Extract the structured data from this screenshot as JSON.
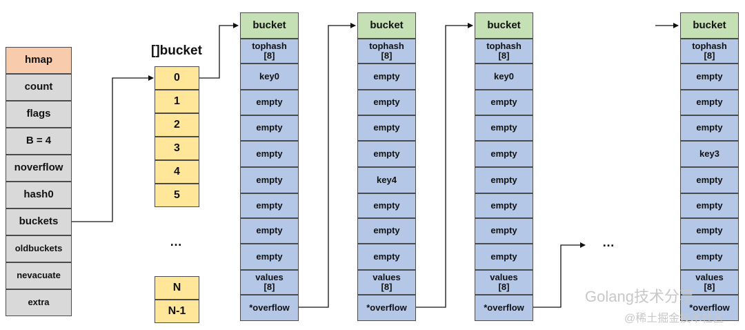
{
  "hmap": {
    "fields": [
      "hmap",
      "count",
      "flags",
      "B = 4",
      "noverflow",
      "hash0",
      "buckets",
      "oldbuckets",
      "nevacuate",
      "extra"
    ]
  },
  "bucket_array": {
    "title": "[]bucket",
    "top_indices": [
      "0",
      "1",
      "2",
      "3",
      "4",
      "5"
    ],
    "ellipsis": "…",
    "bottom_indices": [
      "N",
      "N-1"
    ]
  },
  "buckets": [
    {
      "cells": [
        "bucket",
        "tophash\n[8]",
        "key0",
        "empty",
        "empty",
        "empty",
        "empty",
        "empty",
        "empty",
        "empty",
        "values\n[8]",
        "*overflow"
      ]
    },
    {
      "cells": [
        "bucket",
        "tophash\n[8]",
        "empty",
        "empty",
        "empty",
        "empty",
        "key4",
        "empty",
        "empty",
        "empty",
        "values\n[8]",
        "*overflow"
      ]
    },
    {
      "cells": [
        "bucket",
        "tophash\n[8]",
        "key0",
        "empty",
        "empty",
        "empty",
        "empty",
        "empty",
        "empty",
        "empty",
        "values\n[8]",
        "*overflow"
      ]
    },
    {
      "cells": [
        "bucket",
        "tophash\n[8]",
        "empty",
        "empty",
        "empty",
        "key3",
        "empty",
        "empty",
        "empty",
        "empty",
        "values\n[8]",
        "*overflow"
      ]
    }
  ],
  "chain_ellipsis": "…",
  "watermark": {
    "brand": "Golang技术分享",
    "site": "@稀土掘金技术社区"
  }
}
